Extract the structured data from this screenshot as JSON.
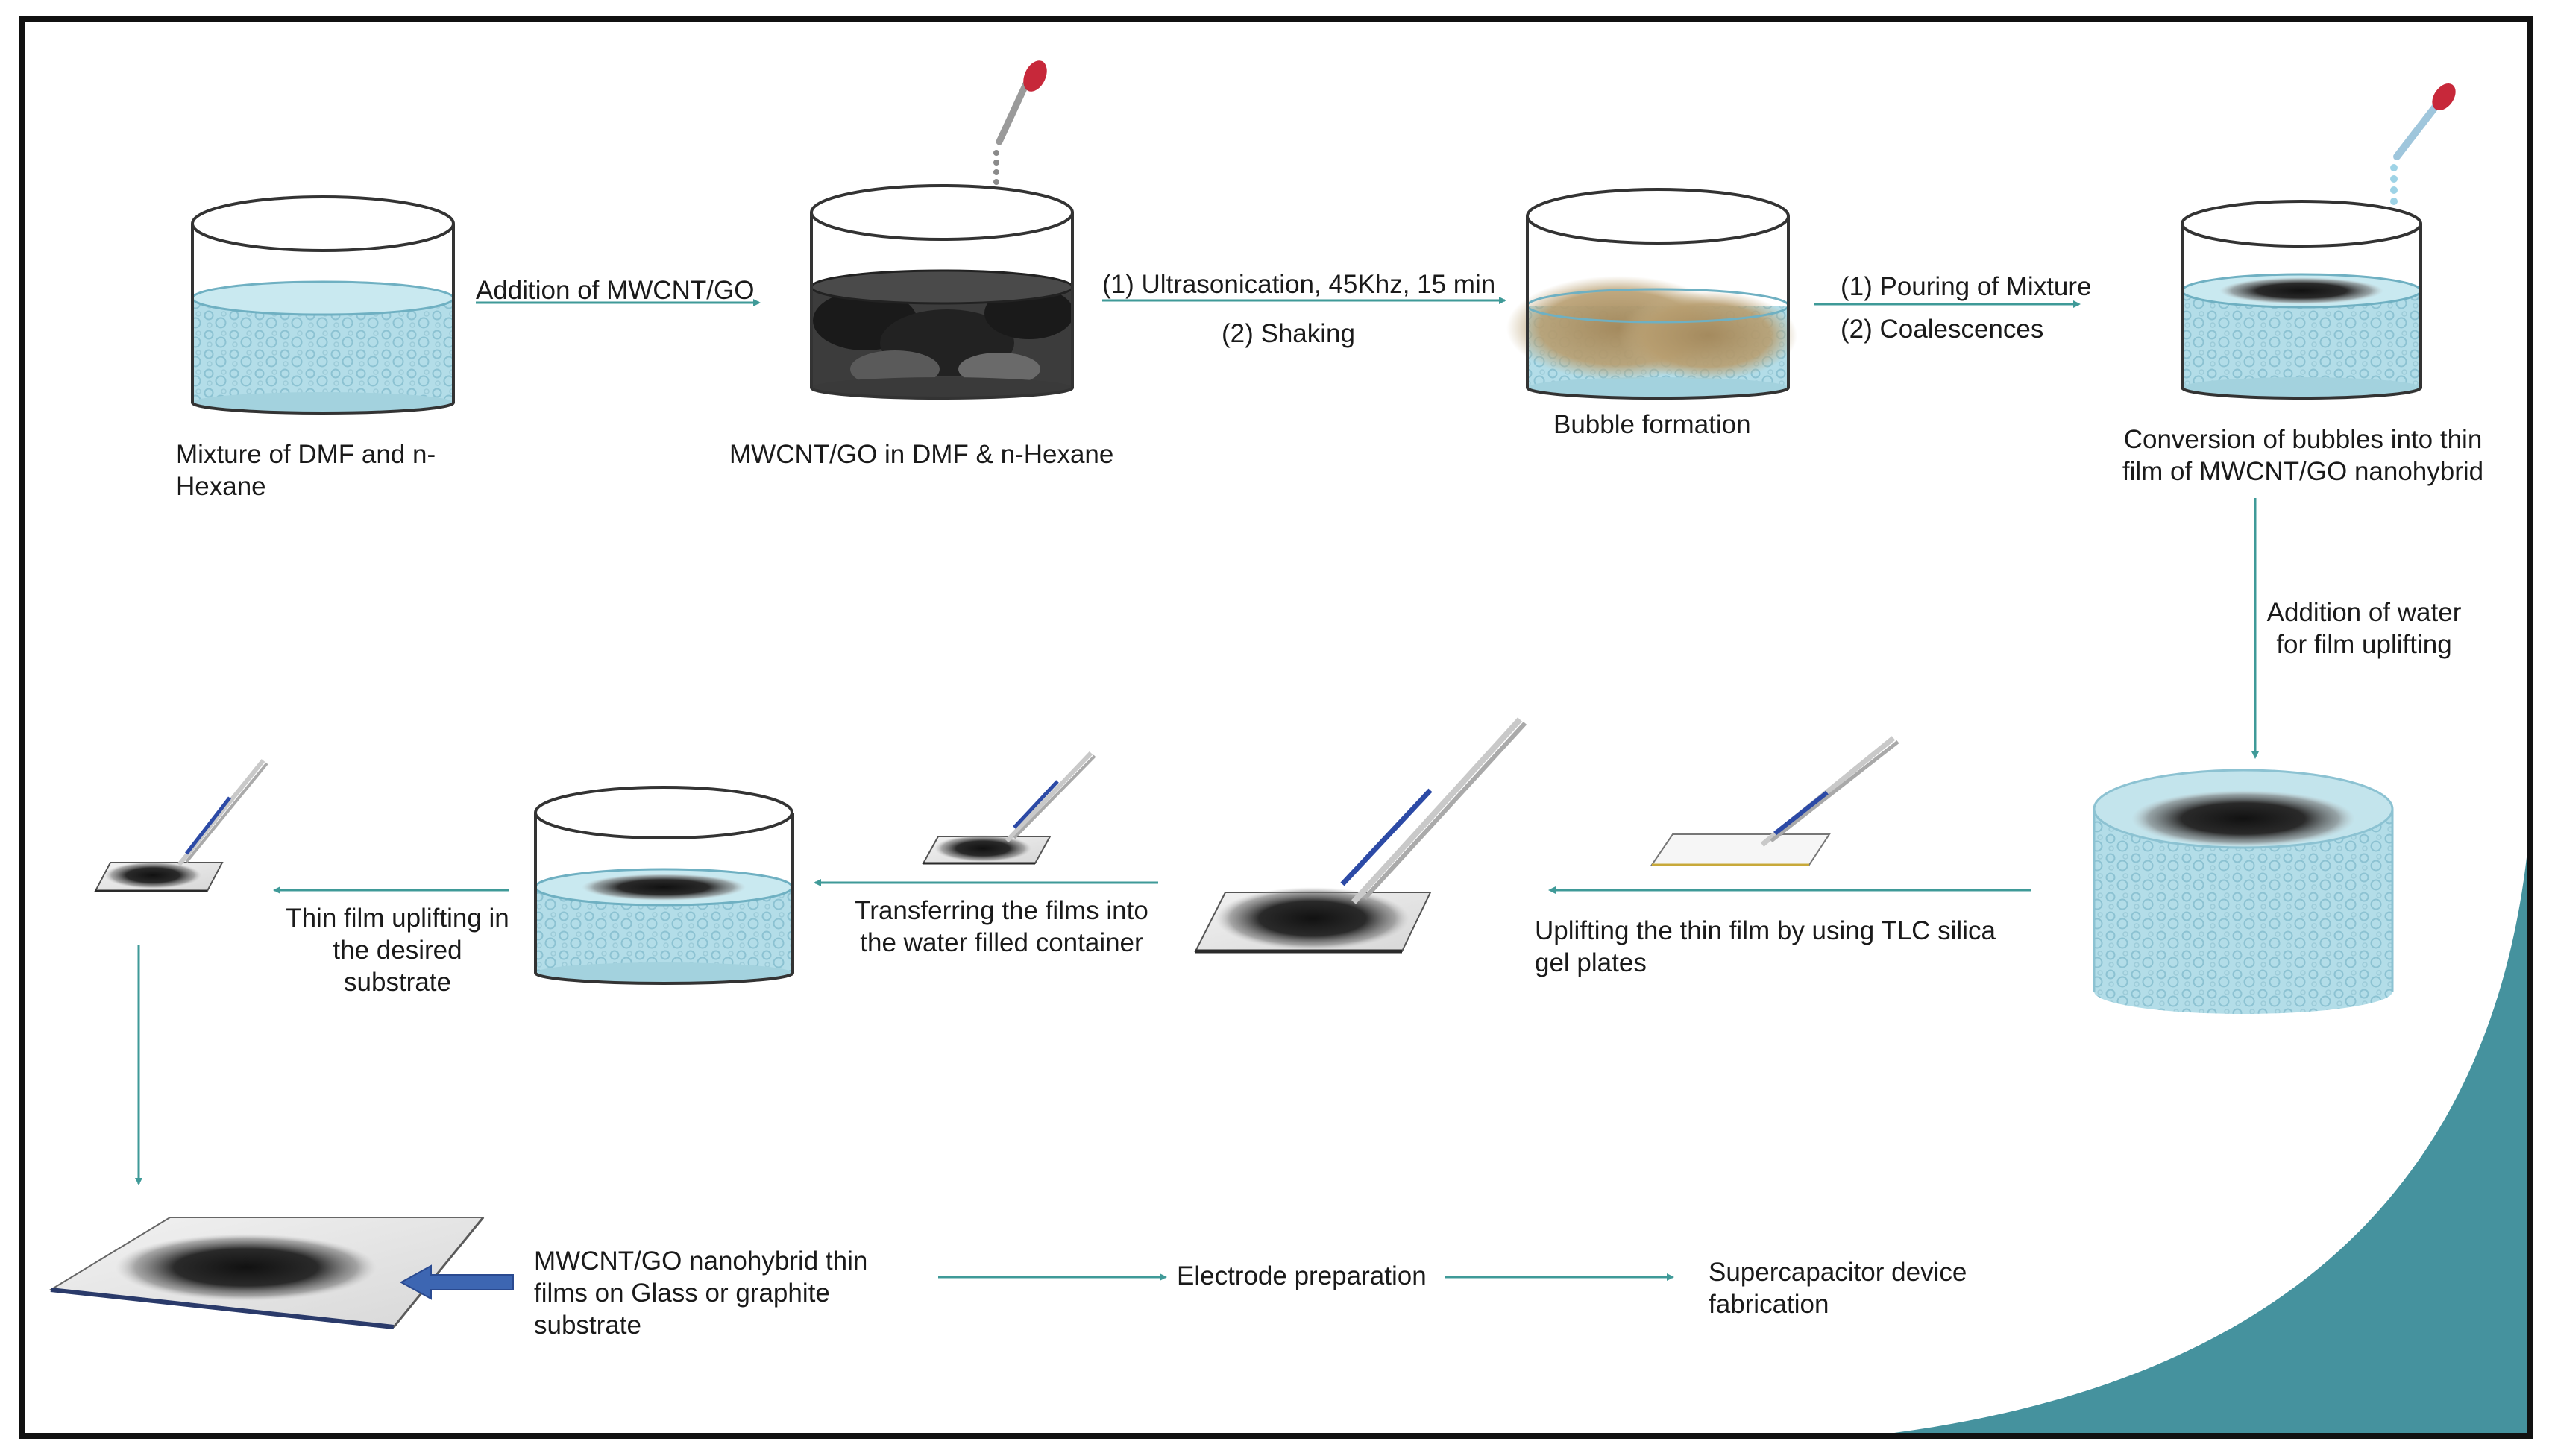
{
  "colors": {
    "frame": "#111111",
    "arrow": "#3f9a98",
    "water": "#aedbe6",
    "water_edge": "#6fb0c2",
    "corner_teal": "#45929e",
    "film_dark": "#1c1c1c",
    "foam": "#b49a70",
    "dropper_bulb": "#c7283a",
    "tweezer_blue": "#2c4aa6",
    "block_arrow": "#3d66b2"
  },
  "icons": [
    "beaker-icon",
    "dropper-icon",
    "tweezers-icon",
    "glass-plate-icon",
    "block-arrow-icon"
  ],
  "labels": {
    "mixture": "Mixture of DMF and n-\nHexane",
    "addition_mwcnt": "Addition of MWCNT/GO",
    "mwcnt_in_dmf": "MWCNT/GO in DMF & n-Hexane",
    "ultrasonication": "(1) Ultrasonication, 45Khz, 15 min",
    "shaking": "(2) Shaking",
    "bubble_formation": "Bubble formation",
    "pouring": "(1) Pouring of Mixture",
    "coalescences": "(2) Coalescences",
    "conversion": "Conversion of bubbles into thin\nfilm of MWCNT/GO nanohybrid",
    "addition_water": "Addition of water\nfor film uplifting",
    "uplifting_tlc": "Uplifting the thin film by using TLC silica\ngel plates",
    "transferring": "Transferring the films into\nthe water filled container",
    "thin_film_uplifting": "Thin film uplifting in\nthe desired\nsubstrate",
    "nanohybrid_films": "MWCNT/GO nanohybrid thin\nfilms on Glass or graphite\nsubstrate",
    "electrode_prep": "Electrode preparation",
    "supercapacitor": "Supercapacitor device\nfabrication"
  }
}
